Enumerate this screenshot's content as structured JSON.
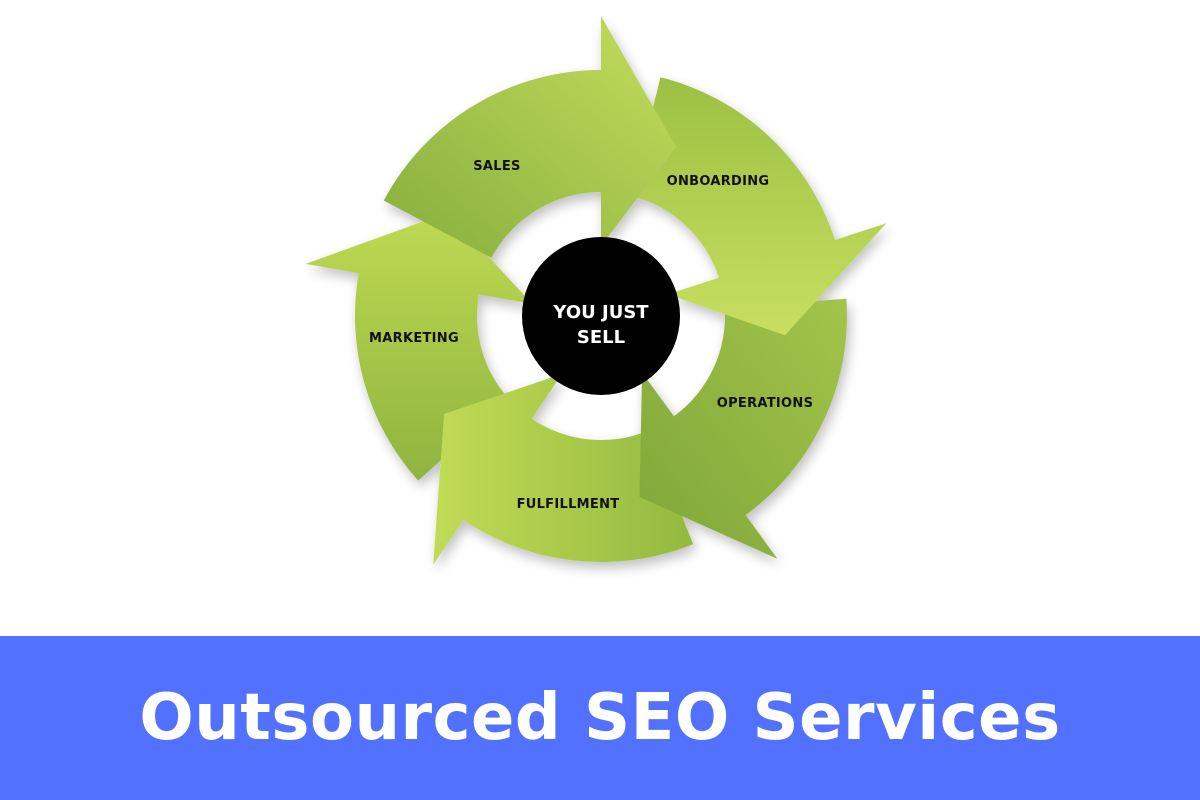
{
  "diagram": {
    "center_text_line1": "YOU JUST",
    "center_text_line2": "SELL",
    "stages": [
      {
        "label": "SALES"
      },
      {
        "label": "ONBOARDING"
      },
      {
        "label": "OPERATIONS"
      },
      {
        "label": "FULFILLMENT"
      },
      {
        "label": "MARKETING"
      }
    ],
    "colors": {
      "arrow_light": "#c3dc5a",
      "arrow_mid": "#a9c94a",
      "arrow_dark": "#7ea83a",
      "center_circle": "#000000",
      "label_text": "#111111"
    }
  },
  "banner": {
    "title": "Outsourced SEO Services",
    "background": "#5271ff",
    "text_color": "#ffffff"
  }
}
